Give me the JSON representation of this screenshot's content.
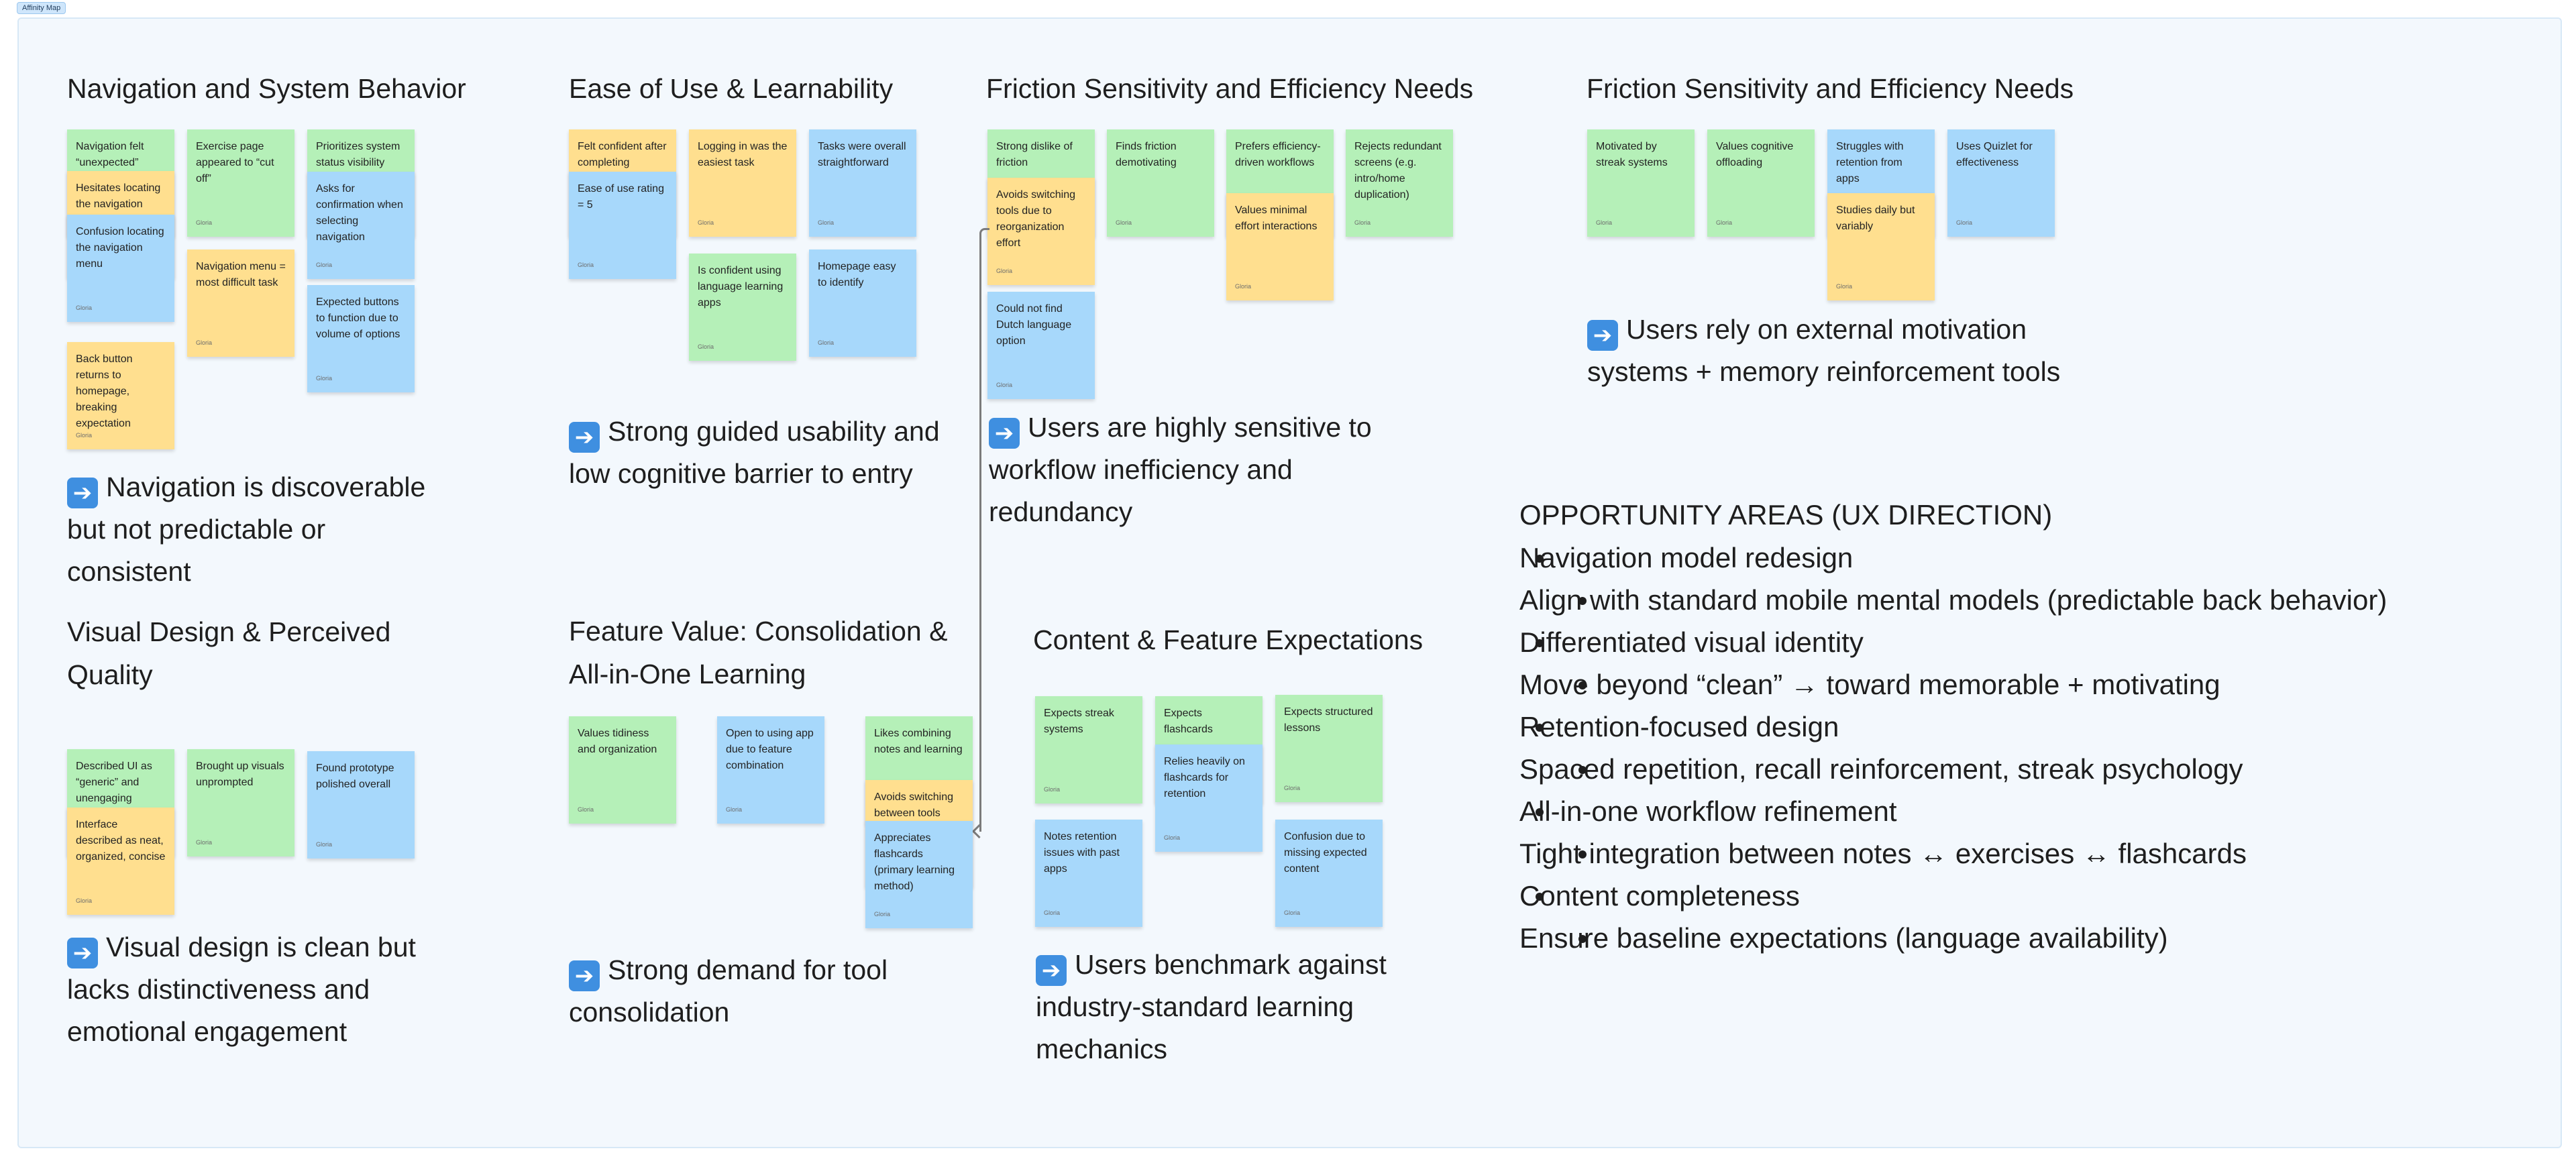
{
  "frame_label": "Affinity Map",
  "note_author": "Gloria",
  "colors": {
    "green": "#b5f0b8",
    "blue": "#a7d8fb",
    "yellow": "#ffdf8f",
    "board": "#f3f8fd"
  },
  "sections": {
    "navigation": {
      "title": "Navigation and System Behavior",
      "notes": [
        "Navigation felt “unexpected”",
        "Hesitates locating the navigation",
        "Confusion locating the navigation menu",
        "Back button returns to homepage, breaking expectation",
        "Exercise page appeared to “cut off”",
        "Navigation menu = most difficult task",
        "Prioritizes system status visibility",
        "Asks for confirmation when selecting navigation",
        "Expected buttons to function due to volume of options"
      ],
      "insight": "Navigation is discoverable but not predictable or consistent"
    },
    "ease": {
      "title": "Ease of Use & Learnability",
      "notes": [
        "Felt confident after completing",
        "Ease of use rating = 5",
        "Logging in was the easiest task",
        "Is confident using language learning apps",
        "Tasks were overall straightforward",
        "Homepage easy to identify"
      ],
      "insight": "Strong guided usability and low cognitive barrier to entry"
    },
    "friction1": {
      "title": "Friction Sensitivity and Efficiency Needs",
      "notes": [
        "Strong dislike of friction",
        "Avoids switching tools due to reorganization effort",
        "Could not find Dutch language option",
        "Finds friction demotivating",
        "Prefers efficiency-driven workflows",
        "Values minimal effort interactions",
        "Rejects redundant screens (e.g. intro/home duplication)"
      ],
      "insight": "Users are highly sensitive to workflow inefficiency and redundancy"
    },
    "friction2": {
      "title": "Friction Sensitivity and Efficiency Needs",
      "notes": [
        "Motivated by streak systems",
        "Values cognitive offloading",
        "Struggles with retention from apps",
        "Studies daily but variably",
        "Uses Quizlet for effectiveness"
      ],
      "insight": "Users rely on external motivation systems + memory reinforcement tools"
    },
    "visual": {
      "title": "Visual Design & Perceived Quality",
      "notes": [
        "Described UI as “generic” and unengaging",
        "Interface described as neat, organized, concise",
        "Brought up visuals unprompted",
        "Found prototype polished overall"
      ],
      "insight": "Visual design is clean but lacks distinctiveness and emotional engagement"
    },
    "feature": {
      "title": "Feature Value: Consolidation & All-in-One Learning",
      "notes": [
        "Values tidiness and organization",
        "Open to using app due to feature combination",
        "Likes combining notes and learning",
        "Avoids switching between tools",
        "Appreciates flashcards (primary learning method)"
      ],
      "insight": "Strong demand for tool consolidation"
    },
    "content": {
      "title": "Content & Feature Expectations",
      "notes": [
        "Expects streak systems",
        "Notes retention issues with past apps",
        "Expects flashcards",
        "Relies heavily on flashcards for retention",
        "Expects structured lessons",
        "Confusion due to missing expected content"
      ],
      "insight": "Users benchmark against industry-standard learning mechanics"
    }
  },
  "opportunities": {
    "title": "OPPORTUNITY AREAS (UX DIRECTION)",
    "items": [
      {
        "main": "Navigation model redesign",
        "sub": "Align with standard mobile mental models (predictable back behavior)"
      },
      {
        "main": "Differentiated visual identity",
        "sub": "Move beyond “clean” → toward memorable + motivating"
      },
      {
        "main": "Retention-focused design",
        "sub": "Spaced repetition, recall reinforcement, streak psychology"
      },
      {
        "main": "All-in-one workflow refinement",
        "sub": "Tight integration between notes ↔ exercises ↔ flashcards"
      },
      {
        "main": "Content completeness",
        "sub": "Ensure baseline expectations (language availability)"
      }
    ]
  },
  "icons": {
    "insight_arrow": "right-arrow-emoji-icon"
  }
}
